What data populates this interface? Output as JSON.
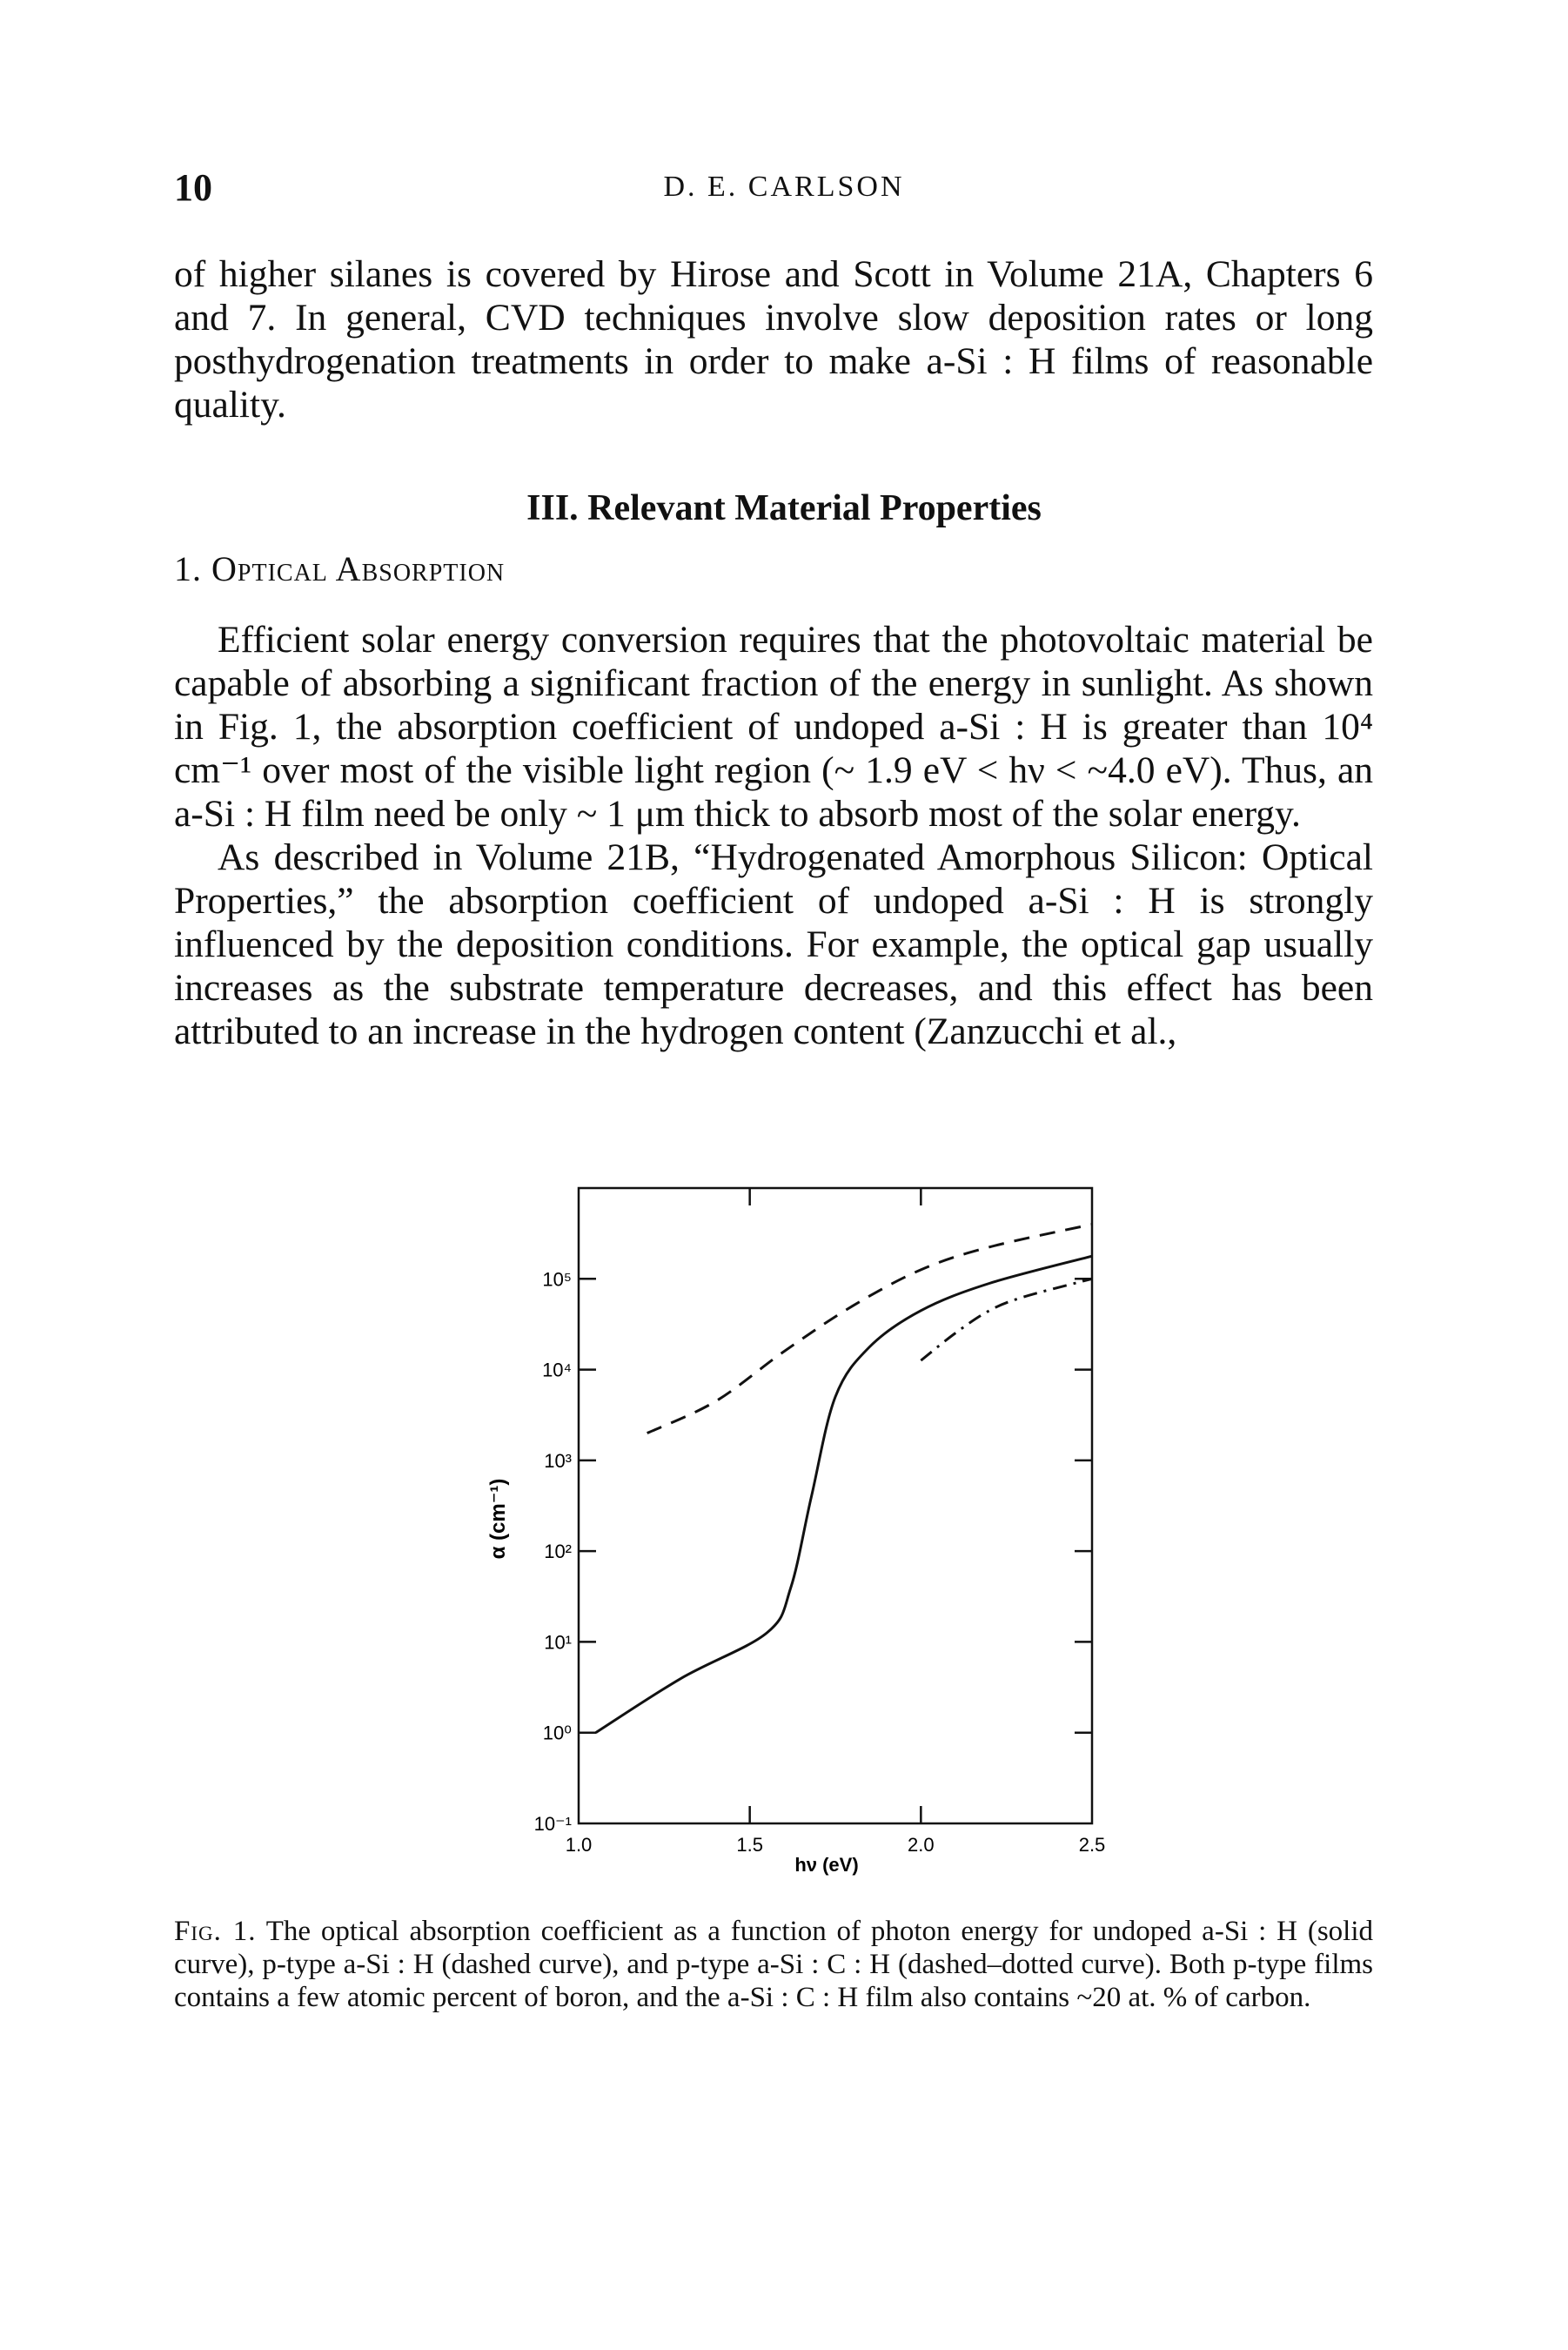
{
  "header": {
    "page_number": "10",
    "running_title": "D. E. CARLSON"
  },
  "paragraph_1": "of higher silanes is covered by Hirose and Scott in Volume 21A, Chapters 6 and 7. In general, CVD techniques involve slow deposition rates or long posthydrogenation treatments in order to make a-Si : H films of reasonable quality.",
  "section_heading": "III. Relevant Material Properties",
  "subsection": {
    "number": "1.",
    "title": "Optical Absorption"
  },
  "paragraph_2": "Efficient solar energy conversion requires that the photovoltaic material be capable of absorbing a significant fraction of the energy in sunlight. As shown in Fig. 1, the absorption coefficient of undoped a-Si : H is greater than 10⁴ cm⁻¹ over most of the visible light region (~ 1.9 eV < hν < ~4.0 eV). Thus, an a-Si : H film need be only ~ 1 μm thick to absorb most of the solar energy.",
  "paragraph_3": "As described in Volume 21B, “Hydrogenated Amorphous Silicon: Optical Properties,” the absorption coefficient of undoped a-Si : H is strongly influenced by the deposition conditions. For example, the optical gap usually increases as the substrate temperature decreases, and this effect has been attributed to an increase in the hydrogen content (Zanzucchi et al.,",
  "figure": {
    "caption_label": "Fig. 1.",
    "caption_text": "The optical absorption coefficient as a function of photon energy for undoped a-Si : H (solid curve), p-type a-Si : H (dashed curve), and p-type a-Si : C : H (dashed–dotted curve). Both p-type films contains a few atomic percent of boron, and the a-Si : C : H film also contains ~20 at. % of carbon."
  },
  "chart_data": {
    "type": "line",
    "title": "",
    "xlabel": "hν (eV)",
    "ylabel": "α (cm⁻¹)",
    "xlim": [
      1.0,
      2.5
    ],
    "ylim_log10": [
      -1,
      6
    ],
    "x_ticks": [
      "1.0",
      "1.5",
      "2.0",
      "2.5"
    ],
    "y_ticks": [
      "10⁻¹",
      "10⁰",
      "10¹",
      "10²",
      "10³",
      "10⁴",
      "10⁵"
    ],
    "grid": false,
    "series": [
      {
        "style": "solid",
        "points": [
          [
            1.05,
            0.0
          ],
          [
            1.3,
            0.6
          ],
          [
            1.55,
            1.1
          ],
          [
            1.62,
            1.6
          ],
          [
            1.68,
            2.6
          ],
          [
            1.75,
            3.7
          ],
          [
            1.85,
            4.25
          ],
          [
            2.0,
            4.65
          ],
          [
            2.2,
            4.95
          ],
          [
            2.5,
            5.25
          ]
        ]
      },
      {
        "style": "dashed",
        "points": [
          [
            1.2,
            3.3
          ],
          [
            1.4,
            3.65
          ],
          [
            1.6,
            4.2
          ],
          [
            1.8,
            4.7
          ],
          [
            2.0,
            5.1
          ],
          [
            2.2,
            5.35
          ],
          [
            2.5,
            5.6
          ]
        ]
      },
      {
        "style": "dashdot",
        "points": [
          [
            2.0,
            4.1
          ],
          [
            2.1,
            4.4
          ],
          [
            2.2,
            4.65
          ],
          [
            2.3,
            4.8
          ],
          [
            2.5,
            5.0
          ]
        ]
      }
    ]
  }
}
